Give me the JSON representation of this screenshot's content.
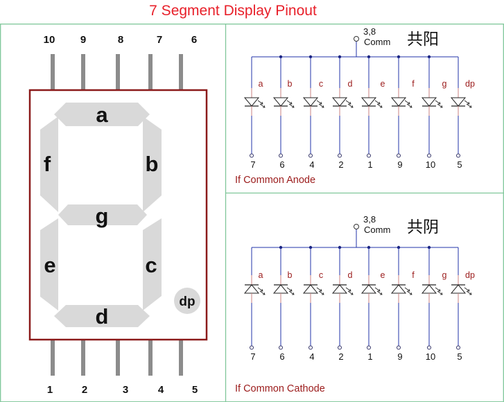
{
  "title": "7 Segment Display Pinout",
  "colors": {
    "title": "#e8202a",
    "frame": "#7fc79a",
    "body_border": "#8b1a1a",
    "segment": "#d9d9d9",
    "pin": "#8c8c8c",
    "wire": "#2233aa",
    "schematic_label": "#9b1b1b"
  },
  "display": {
    "top_pins": [
      "10",
      "9",
      "8",
      "7",
      "6"
    ],
    "bottom_pins": [
      "1",
      "2",
      "3",
      "4",
      "5"
    ],
    "segments": {
      "a": "a",
      "b": "b",
      "c": "c",
      "d": "d",
      "e": "e",
      "f": "f",
      "g": "g",
      "dp": "dp"
    }
  },
  "common_anode": {
    "comm_pins": "3,8",
    "comm_label": "Comm",
    "chinese_label": "共阳",
    "segment_labels": [
      "a",
      "b",
      "c",
      "d",
      "e",
      "f",
      "g",
      "dp"
    ],
    "pin_numbers": [
      "7",
      "6",
      "4",
      "2",
      "1",
      "9",
      "10",
      "5"
    ],
    "caption": "If Common Anode"
  },
  "common_cathode": {
    "comm_pins": "3,8",
    "comm_label": "Comm",
    "chinese_label": "共阴",
    "segment_labels": [
      "a",
      "b",
      "c",
      "d",
      "e",
      "f",
      "g",
      "dp"
    ],
    "pin_numbers": [
      "7",
      "6",
      "4",
      "2",
      "1",
      "9",
      "10",
      "5"
    ],
    "caption": "If Common Cathode"
  }
}
